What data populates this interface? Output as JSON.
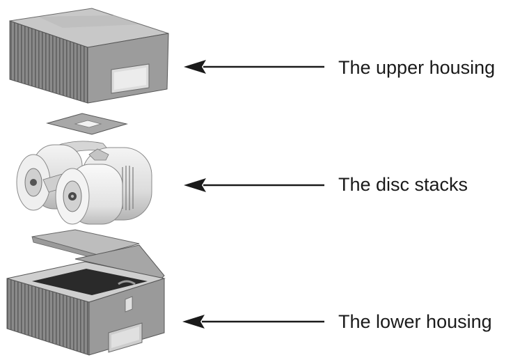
{
  "labels": {
    "upper_housing": "The upper housing",
    "disc_stacks": "The disc stacks",
    "lower_housing": "The lower housing"
  },
  "colors": {
    "text": "#1a1a1a",
    "arrow": "#1a1a1a",
    "housing_front": "#9a9a9a",
    "housing_side": "#7c7c7c",
    "housing_top": "#c4c4c4",
    "disc_body": "#e6e6e6",
    "interior": "#2a2a2a"
  }
}
